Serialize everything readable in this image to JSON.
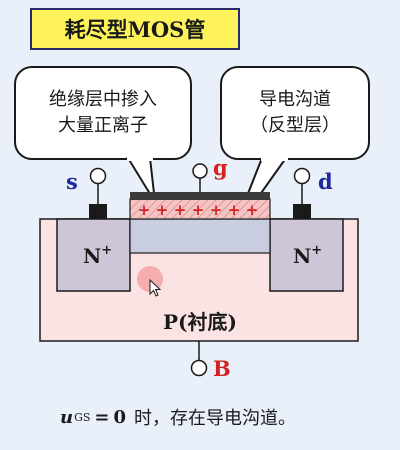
{
  "title": "耗尽型MOS管",
  "callouts": {
    "insulator": {
      "line1": "绝缘层中掺入",
      "line2": "大量正离子"
    },
    "channel": {
      "line1": "导电沟道",
      "line2": "（反型层）"
    }
  },
  "terminals": {
    "source": "s",
    "gate": "g",
    "drain": "d",
    "bulk": "B"
  },
  "regions": {
    "n_left": "N",
    "n_right": "N",
    "n_sup": "+",
    "substrate": "P(衬底)"
  },
  "ions": "+",
  "caption": {
    "symbol": "u",
    "subscript": "GS",
    "equals": "=",
    "value": "0",
    "text": "时，存在导电沟道。"
  },
  "colors": {
    "terminal_label": "#1f2a9c",
    "gate_label": "#d42222",
    "substrate": "#fbe3e3",
    "n_region": "#cfc5d8",
    "oxide": "#f7c9c9",
    "channel": "#c9cde0"
  }
}
